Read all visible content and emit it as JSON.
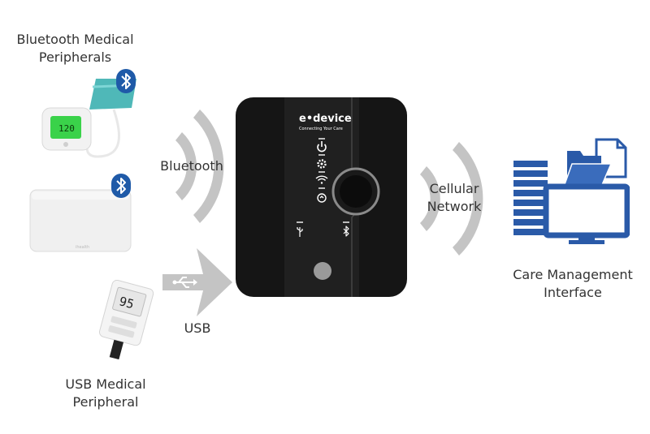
{
  "labels": {
    "bt_peripherals": [
      "Bluetooth Medical",
      "Peripherals"
    ],
    "usb_peripheral": [
      "USB Medical",
      "Peripheral"
    ],
    "bluetooth": "Bluetooth",
    "usb": "USB",
    "cellular": [
      "Cellular",
      "Network"
    ],
    "care": [
      "Care Management",
      "Interface"
    ]
  },
  "hub": {
    "brand": "e•device",
    "tagline": "Connecting Your Care"
  },
  "devices": {
    "bp_monitor_reading": "120",
    "glucose_reading": "95"
  },
  "colors": {
    "signal_gray": "#c4c4c4",
    "hub_body": "#1a1a1a",
    "bluetooth_blue": "#1f5aa8",
    "interface_blue": "#2a5aa8",
    "bp_display_green": "#3ad24a",
    "cuff_teal": "#4fb8b8"
  },
  "icons": [
    "bluetooth-icon",
    "usb-icon",
    "power-icon",
    "gear-icon",
    "wifi-icon",
    "folder-icon",
    "document-icon",
    "monitor-icon"
  ]
}
